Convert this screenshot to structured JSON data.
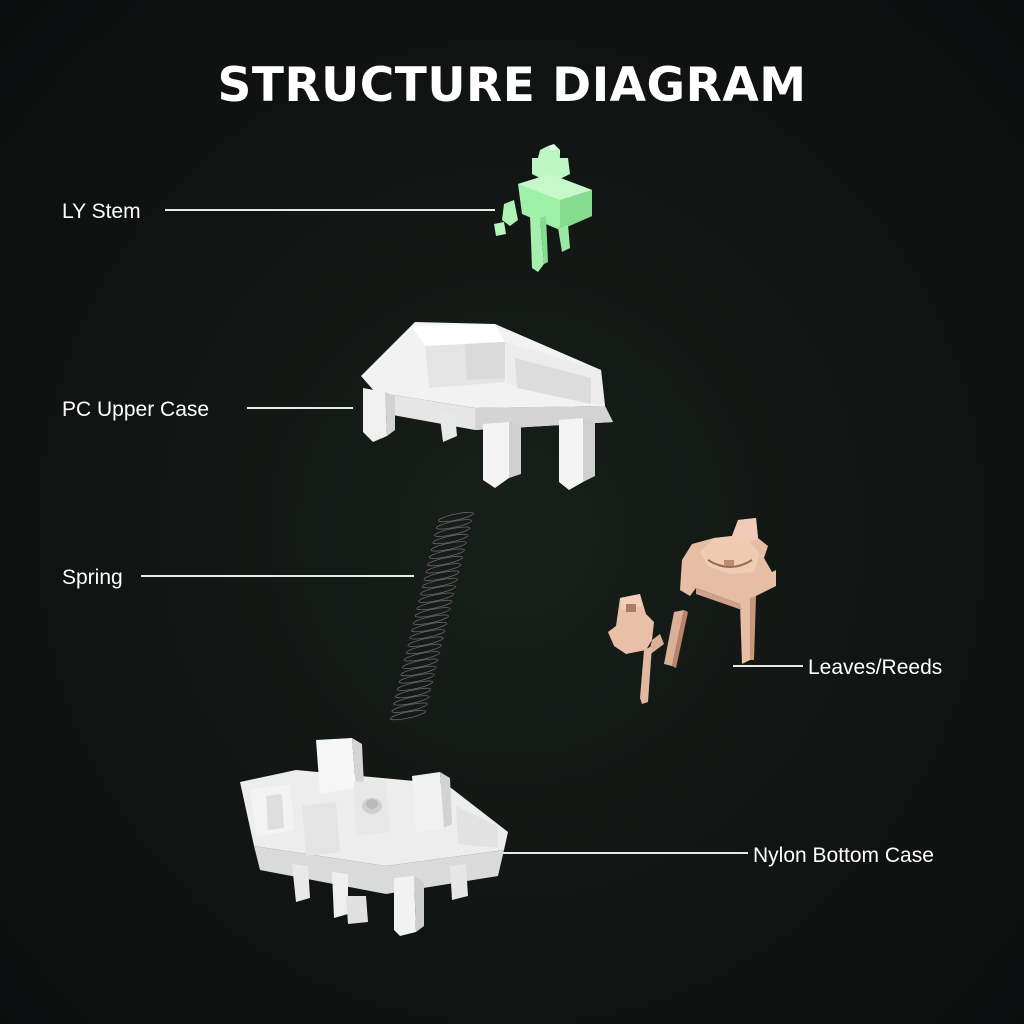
{
  "title": "STRUCTURE DIAGRAM",
  "labels": {
    "stem": "LY Stem",
    "upper_case": "PC Upper Case",
    "spring": "Spring",
    "leaves": "Leaves/Reeds",
    "bottom_case": "Nylon Bottom Case"
  },
  "colors": {
    "background": "#121614",
    "stem_green": "#9ef0a8",
    "housing_white": "#eeeeee",
    "spring_black": "#1a1a1a",
    "leaf_copper": "#e2b9a0"
  }
}
